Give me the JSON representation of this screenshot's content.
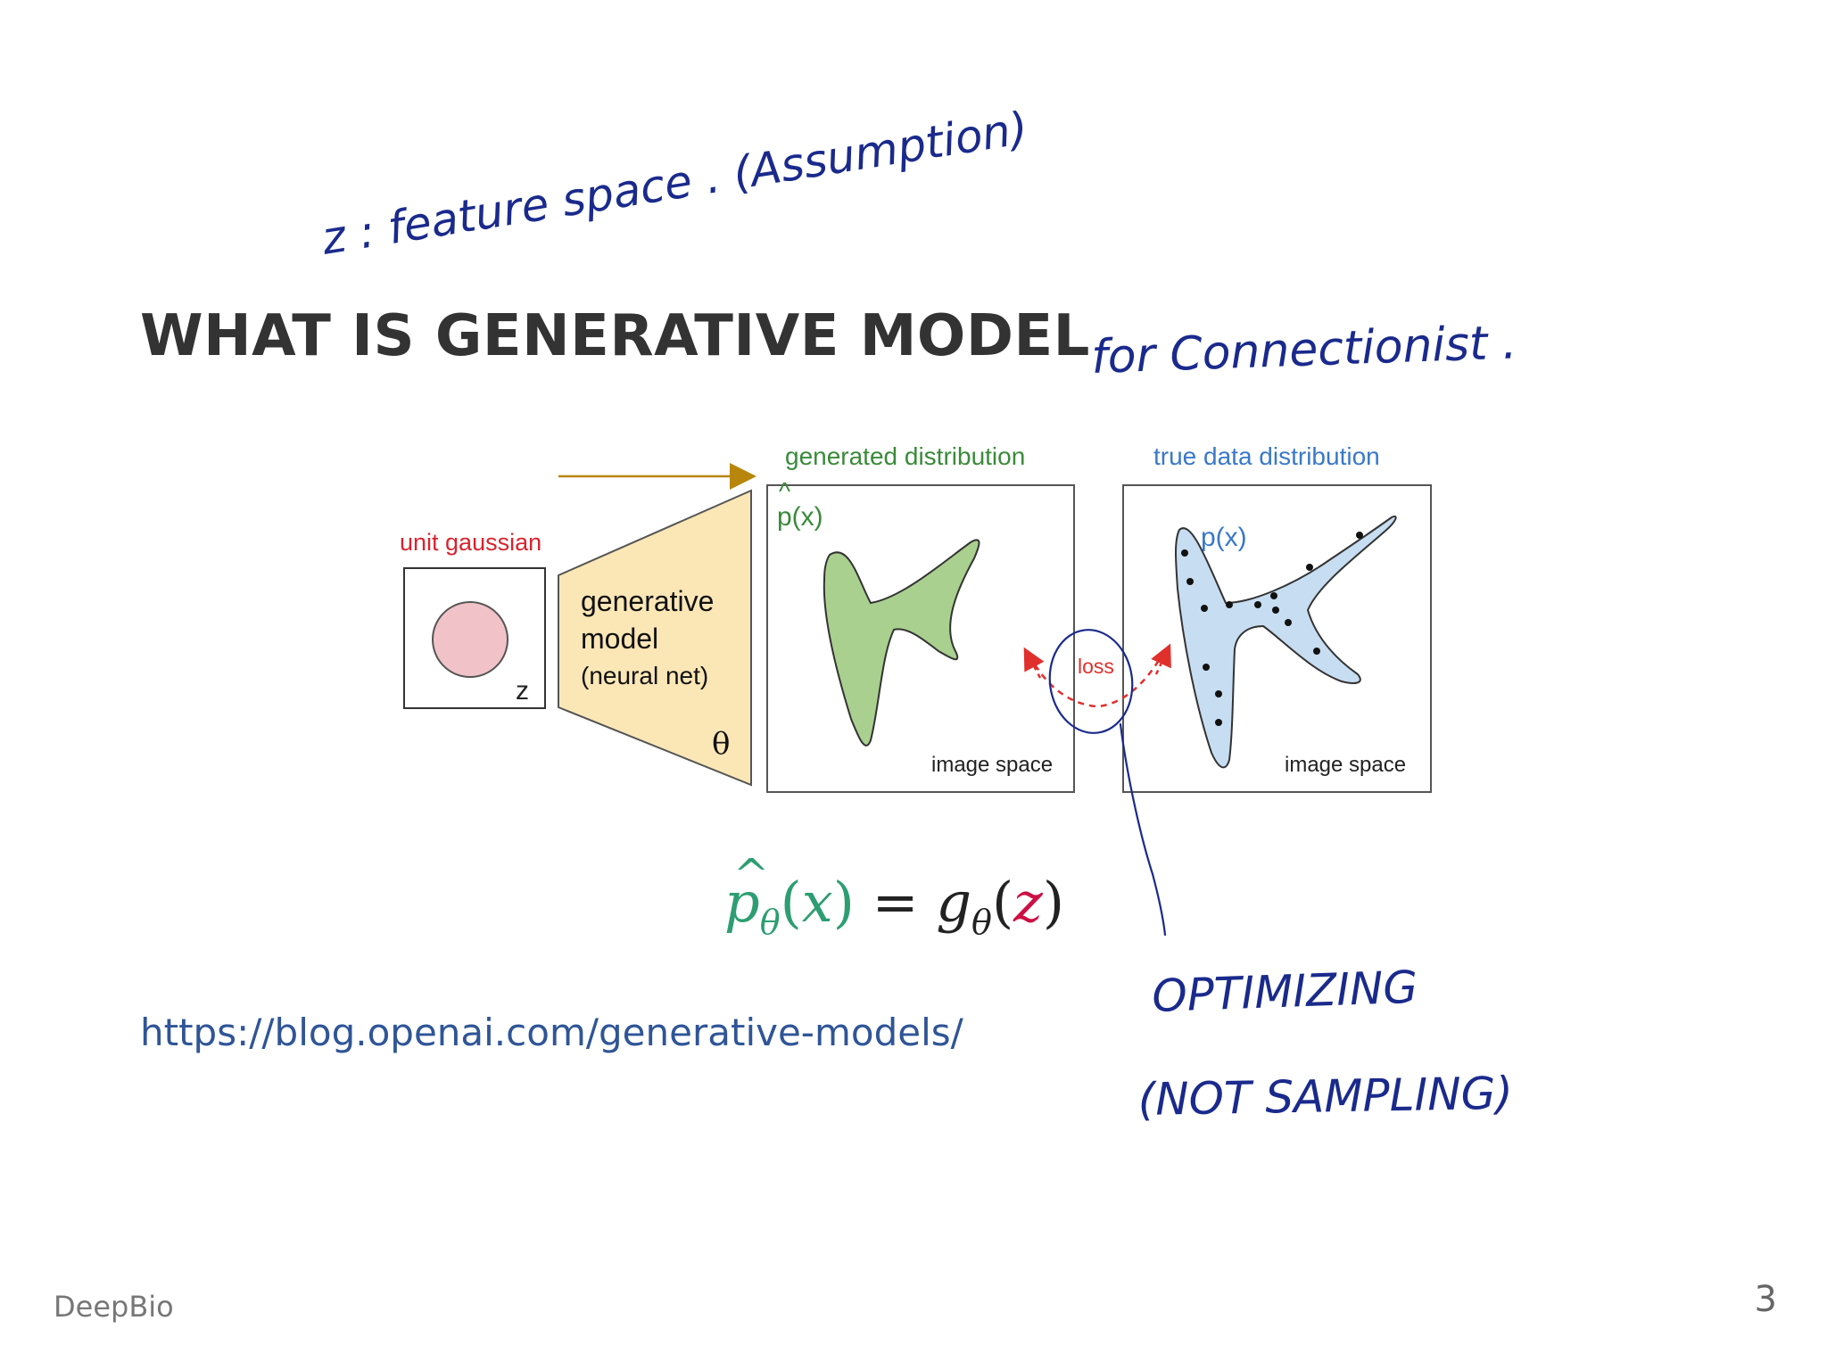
{
  "slide": {
    "title": "WHAT IS GENERATIVE MODEL",
    "link_text": "https://blog.openai.com/generative-models/",
    "footer": "DeepBio",
    "page_number": "3"
  },
  "figure": {
    "unit_gaussian": "unit gaussian",
    "z_label": "z",
    "gen_model_line1": "generative",
    "gen_model_line2": "model",
    "gen_model_line3": "(neural net)",
    "theta": "θ",
    "generated_distribution": "generated distribution",
    "phat_label": "p(x)",
    "phat_hat": "^",
    "true_data_distribution": "true data distribution",
    "p_label": "p(x)",
    "image_space": "image space",
    "loss": "loss",
    "colors": {
      "red_label": "#d9232e",
      "green_label": "#3a8a3a",
      "blue_label": "#3a78c9",
      "gaussian_fill": "#f1c3c8",
      "model_fill": "#fbe7b6",
      "generated_fill": "#a9d08e",
      "true_fill": "#c7ddf1",
      "arrow_gold": "#b8860b"
    }
  },
  "equation": {
    "p": "p",
    "hat": "^",
    "theta_sub": "θ",
    "lparen": "(",
    "x": "x",
    "rparen": ")",
    "equals": " = ",
    "g": "g",
    "z": "z"
  },
  "handwriting": {
    "line1": "z : feature space . (Assumption)",
    "line2": "for Connectionist .",
    "line3": "OPTIMIZING",
    "line4": "(NOT SAMPLING)",
    "ink_color": "#1a2a8c"
  }
}
